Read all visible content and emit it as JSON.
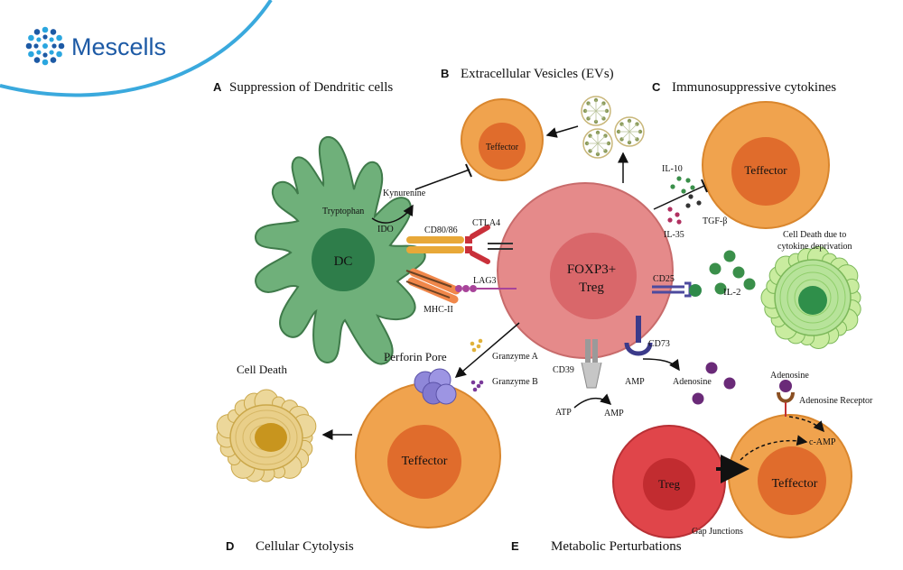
{
  "brand": {
    "name": "Mescells",
    "logo_icon": "cell-dots-logo",
    "color": "#1d5aa5"
  },
  "sections": {
    "a": {
      "letter": "A",
      "title": "Suppression of Dendritic cells"
    },
    "b": {
      "letter": "B",
      "title": "Extracellular Vesicles (EVs)"
    },
    "c": {
      "letter": "C",
      "title": "Immunosuppressive cytokines"
    },
    "d": {
      "letter": "D",
      "title": "Cellular Cytolysis"
    },
    "e": {
      "letter": "E",
      "title": "Metabolic Perturbations"
    }
  },
  "cells": {
    "treg_main_line1": "FOXP3+",
    "treg_main_line2": "Treg",
    "dc": "DC",
    "teffector_ev": "Teffector",
    "teffector_cytokine": "Teffector",
    "teffector_cytolysis": "Teffector",
    "teffector_metabolic": "Teffector",
    "treg_small": "Treg"
  },
  "labels": {
    "kynurenine": "Kynurenine",
    "tryptophan": "Tryptophan",
    "ido": "IDO",
    "cd80_86": "CD80/86",
    "ctla4": "CTLA4",
    "lag3": "LAG3",
    "mhc2": "MHC-II",
    "il10": "IL-10",
    "tgfb": "TGF-β",
    "il35": "IL-35",
    "cd25": "CD25",
    "il2": "IL-2",
    "cell_death_deprivation_1": "Cell Death due to",
    "cell_death_deprivation_2": "cytokine deprivation",
    "perforin_pore": "Perforin Pore",
    "granzyme_a": "Granzyme A",
    "granzyme_b": "Granzyme B",
    "cell_death": "Cell Death",
    "cd73": "CD73",
    "cd39": "CD39",
    "amp_1": "AMP",
    "adenosine_1": "Adenosine",
    "atp": "ATP",
    "amp_2": "AMP",
    "adenosine_2": "Adenosine",
    "adenosine_receptor": "Adenosine Receptor",
    "camp": "c-AMP",
    "gap_junctions": "Gap Junctions"
  },
  "colors": {
    "treg_outer": "#e58a8a",
    "treg_inner": "#d9676a",
    "teff_outer": "#f0a34e",
    "teff_inner": "#e06c2c",
    "dc_body": "#6fb07a",
    "dc_nucleus": "#2e7d4a",
    "dead_cell": "#e9cf89",
    "starved_cell": "#b7e39a",
    "small_treg_outer": "#e0454a",
    "small_treg_inner": "#c22c30"
  }
}
